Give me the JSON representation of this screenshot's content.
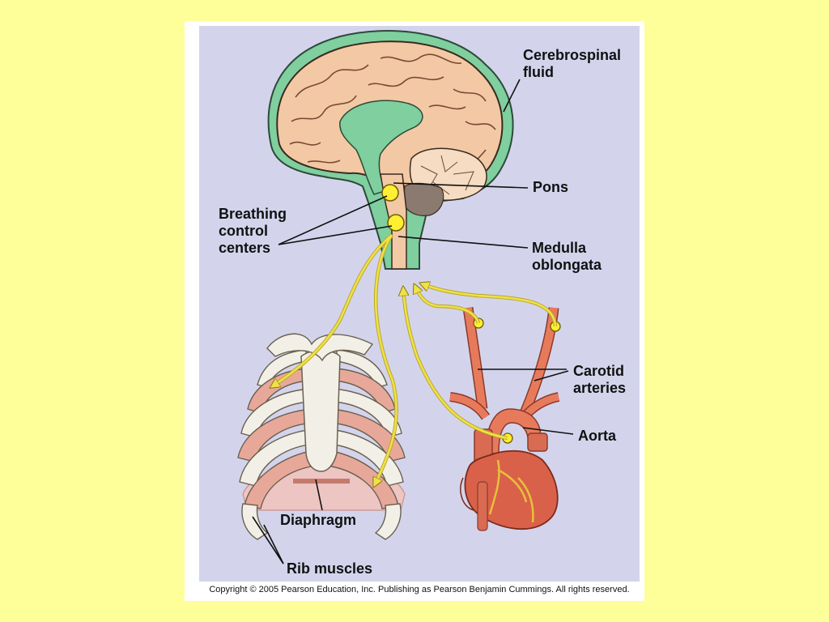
{
  "labels": {
    "csf": "Cerebrospinal\nfluid",
    "pons": "Pons",
    "breathing": "Breathing\ncontrol\ncenters",
    "medulla": "Medulla\noblongata",
    "carotid": "Carotid\narteries",
    "aorta": "Aorta",
    "diaphragm": "Diaphragm",
    "rib_muscles": "Rib muscles"
  },
  "copyright": "Copyright © 2005 Pearson Education, Inc. Publishing as Pearson Benjamin Cummings. All rights reserved.",
  "colors": {
    "slide_background": "#ffff99",
    "panel": "#d3d4ec",
    "brain_tissue": "#f2c9a4",
    "cerebrospinal_fluid": "#7fcf9f",
    "nerve_pathway": "#f0e04a",
    "sensor_dot": "#ffee33",
    "artery": "#e87a5c",
    "rib_muscle": "#e8a899",
    "bone": "#f2f0e6"
  },
  "icons": [
    "brain-illustration",
    "rib-cage-illustration",
    "heart-illustration"
  ]
}
